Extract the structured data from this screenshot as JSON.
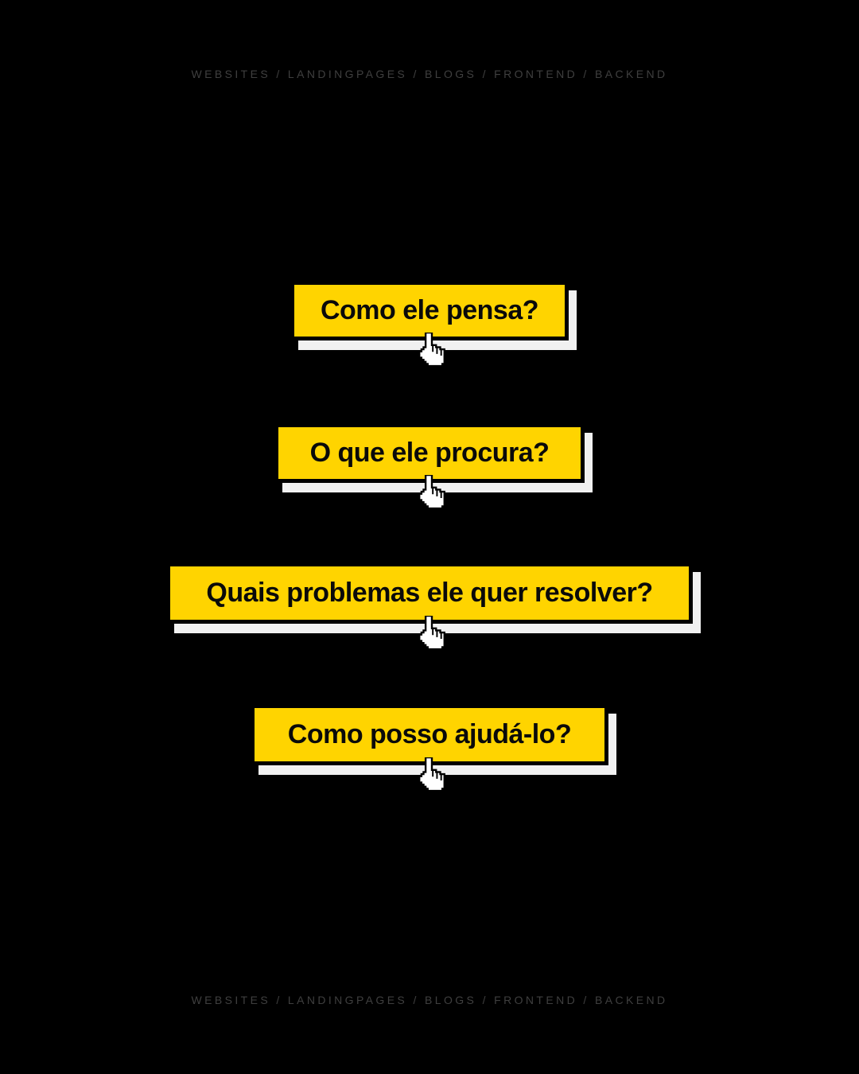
{
  "colors": {
    "bg_color": "#000000",
    "accent_yellow": "#FFD400",
    "shadow_color": "#F1F1F1",
    "label_color": "#3F3F3F",
    "button_text_color": "#0A0A0A"
  },
  "header_label": "WEBSITES / LANDINGPAGES / BLOGS / FRONTEND / BACKEND",
  "footer_label": "WEBSITES / LANDINGPAGES / BLOGS / FRONTEND / BACKEND",
  "buttons": [
    {
      "label": "Como ele pensa?"
    },
    {
      "label": "O que ele procura?"
    },
    {
      "label": "Quais problemas ele quer resolver?"
    },
    {
      "label": "Como posso ajudá-lo?"
    }
  ]
}
